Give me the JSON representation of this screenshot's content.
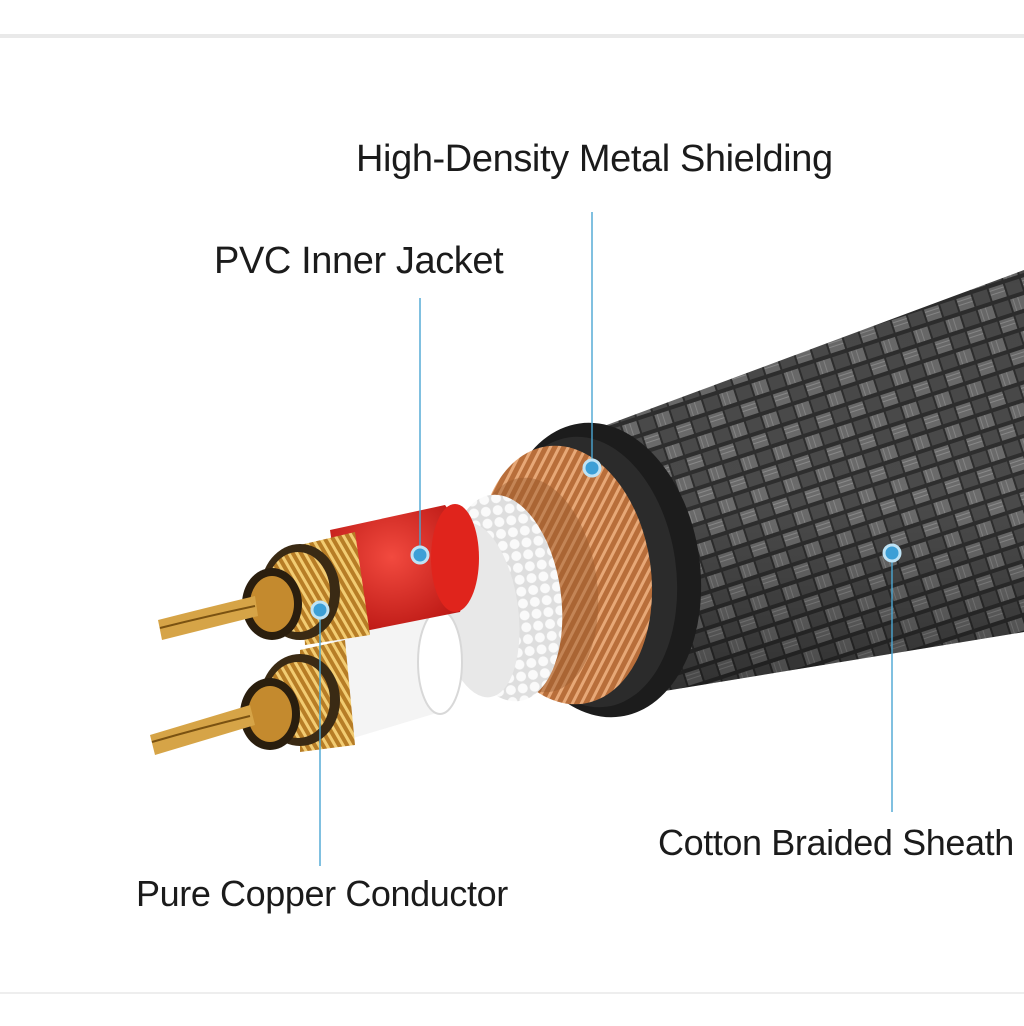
{
  "labels": {
    "shielding": "High-Density Metal Shielding",
    "inner_jacket": "PVC Inner Jacket",
    "conductor": "Pure Copper Conductor",
    "sheath": "Cotton Braided Sheath"
  },
  "colors": {
    "leader": "#4aa6d2",
    "dot": "#3d9fd6",
    "braid": "#3a3a3a",
    "copper": "#c8834b",
    "red_insulation": "#d81f1a",
    "white_insulation": "#f2f2f2",
    "gold_conductor": "#d9a441"
  }
}
